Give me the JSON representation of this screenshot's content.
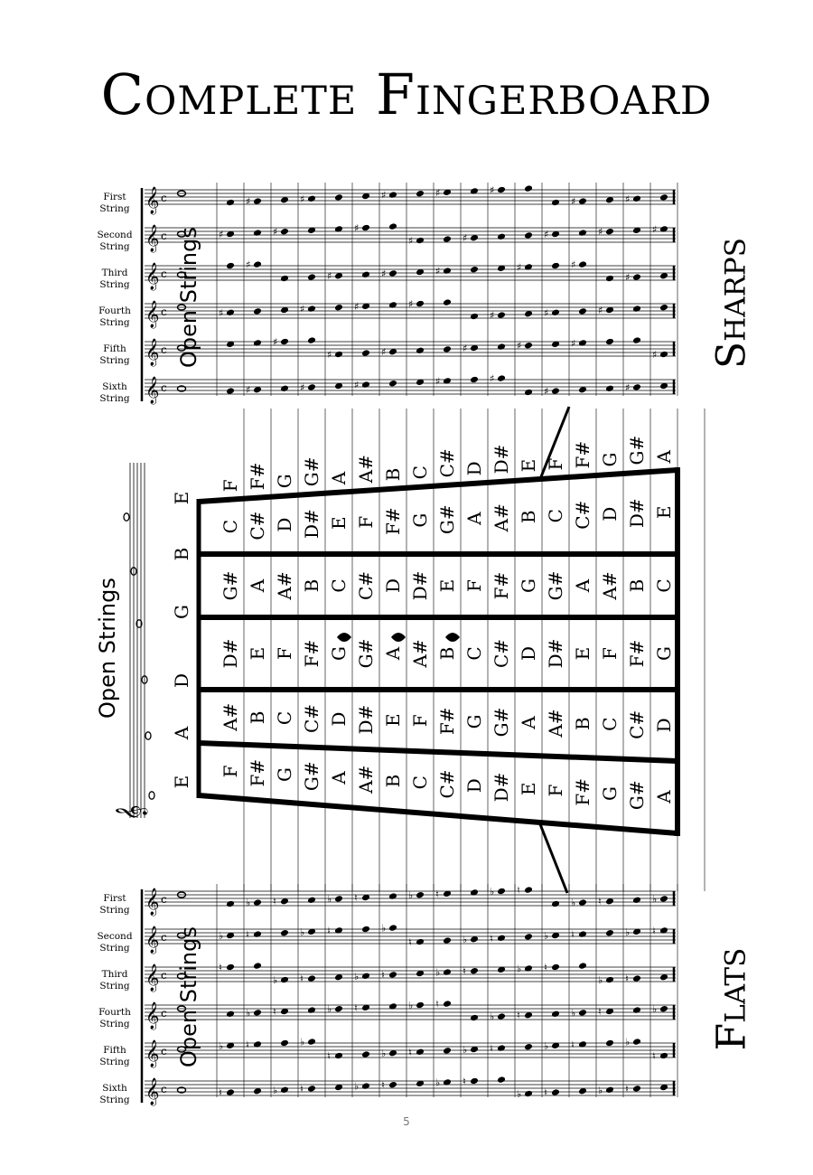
{
  "title": "Complete Fingerboard",
  "sharps_label": "Sharps",
  "flats_label": "Flats",
  "open_strings_label": "Open Strings",
  "page_number": "5",
  "string_labels": [
    [
      "First",
      "String"
    ],
    [
      "Second",
      "String"
    ],
    [
      "Third",
      "String"
    ],
    [
      "Fourth",
      "String"
    ],
    [
      "Fifth",
      "String"
    ],
    [
      "Sixth",
      "String"
    ]
  ],
  "open_string_names": [
    "E",
    "A",
    "D",
    "G",
    "B",
    "E"
  ],
  "fret_names_sharps": [
    "F",
    "F#",
    "G",
    "G#",
    "A",
    "A#",
    "B",
    "C",
    "C#",
    "D",
    "D#",
    "E",
    "F",
    "F#",
    "G",
    "G#",
    "A"
  ],
  "fretboard": [
    [
      "F",
      "F#",
      "G",
      "G#",
      "A",
      "A#",
      "B",
      "C",
      "C#",
      "D",
      "D#",
      "E",
      "F",
      "F#",
      "G",
      "G#",
      "A"
    ],
    [
      "A#",
      "B",
      "C",
      "C#",
      "D",
      "D#",
      "E",
      "F",
      "F#",
      "G",
      "G#",
      "A",
      "A#",
      "B",
      "C",
      "C#",
      "D"
    ],
    [
      "D#",
      "E",
      "F",
      "F#",
      "G",
      "G#",
      "A",
      "A#",
      "B",
      "C",
      "C#",
      "D",
      "D#",
      "E",
      "F",
      "F#",
      "G"
    ],
    [
      "G#",
      "A",
      "A#",
      "B",
      "C",
      "C#",
      "D",
      "D#",
      "E",
      "F",
      "F#",
      "G",
      "G#",
      "A",
      "A#",
      "B",
      "C"
    ],
    [
      "C",
      "C#",
      "D",
      "D#",
      "E",
      "F",
      "F#",
      "G",
      "G#",
      "A",
      "A#",
      "B",
      "C",
      "C#",
      "D",
      "D#",
      "E"
    ]
  ],
  "colors": {
    "ink": "#000000",
    "page_number": "#777777",
    "background": "#ffffff"
  }
}
